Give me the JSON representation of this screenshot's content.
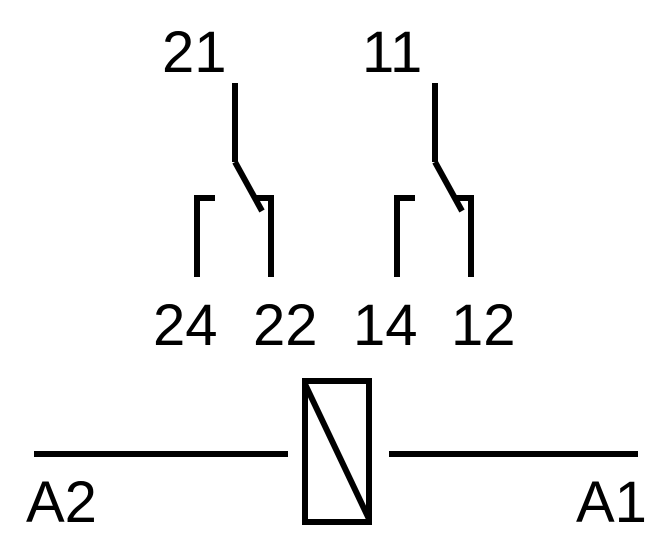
{
  "diagram": {
    "line_color": "#000000",
    "background": "#ffffff",
    "contact_1": {
      "common_label": "21",
      "terminal_left_label": "24",
      "terminal_right_label": "22"
    },
    "contact_2": {
      "common_label": "11",
      "terminal_left_label": "14",
      "terminal_right_label": "12"
    },
    "coil": {
      "left_label": "A2",
      "right_label": "A1"
    }
  }
}
